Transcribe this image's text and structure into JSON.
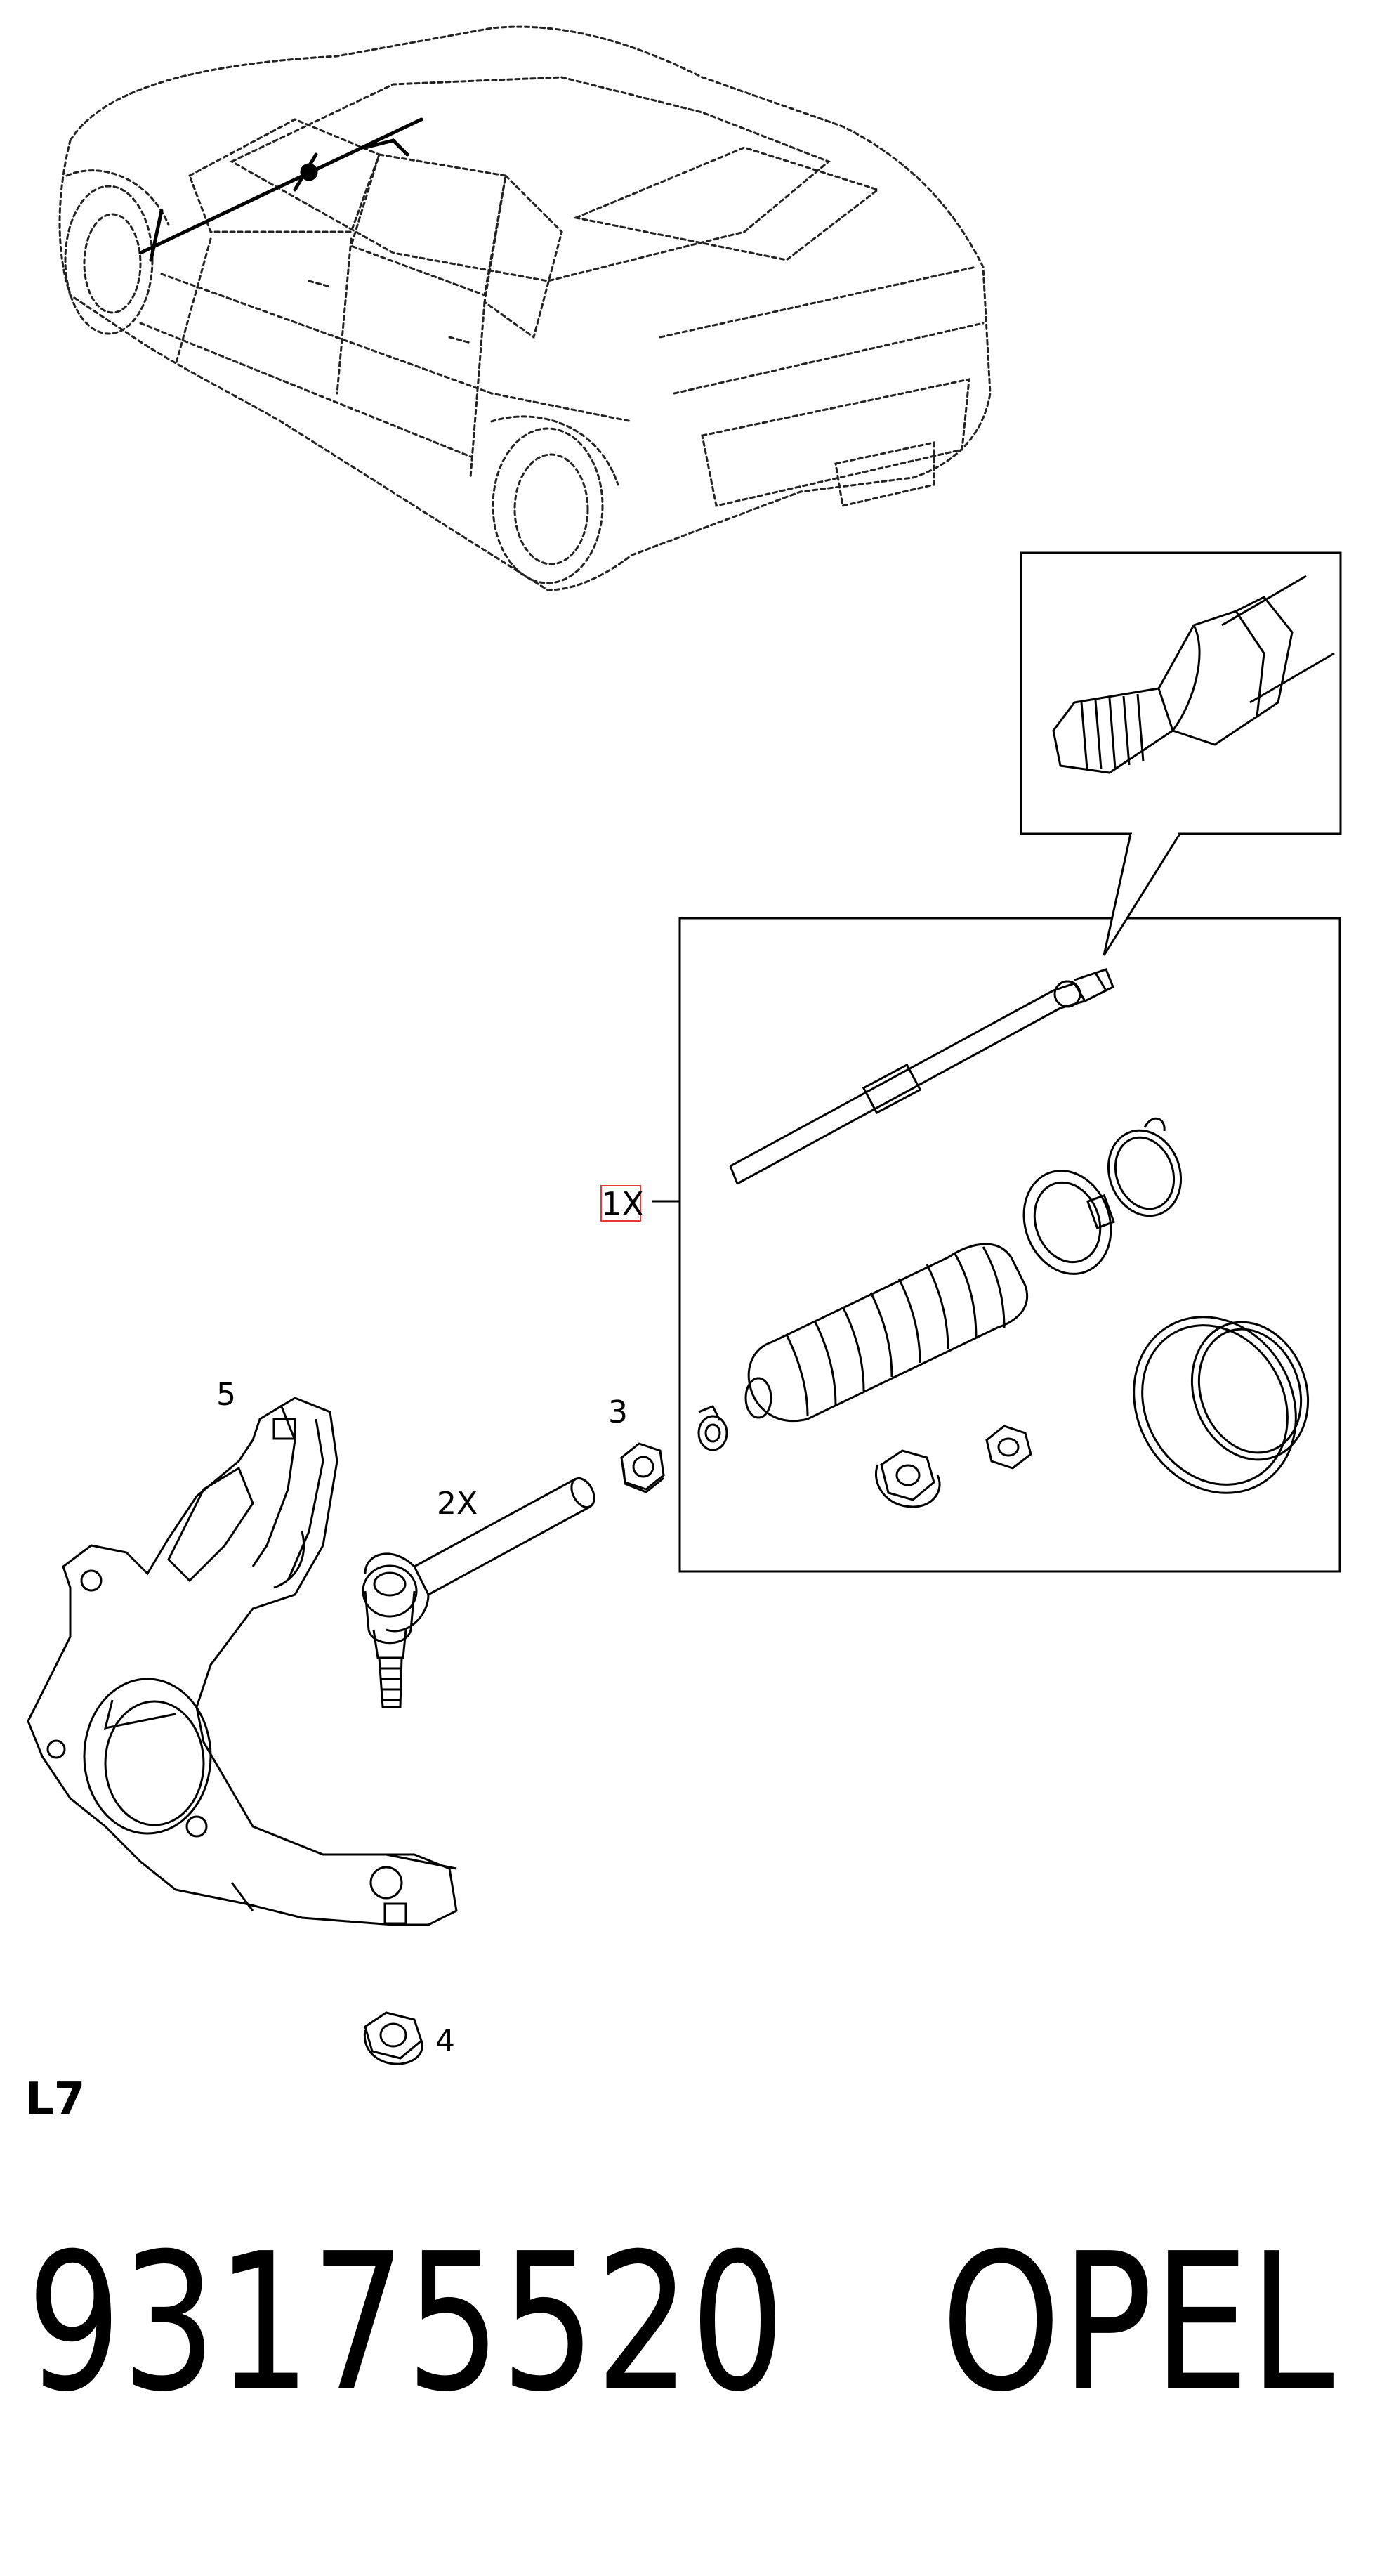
{
  "diagram": {
    "code": "L7",
    "callouts": {
      "part_1": "1X",
      "part_2": "2X",
      "part_3": "3",
      "part_4": "4",
      "part_5": "5"
    }
  },
  "footer": {
    "part_number": "93175520",
    "brand": "OPEL"
  },
  "colors": {
    "line": "#000000",
    "highlight_box": "#e53935",
    "background": "#ffffff"
  }
}
